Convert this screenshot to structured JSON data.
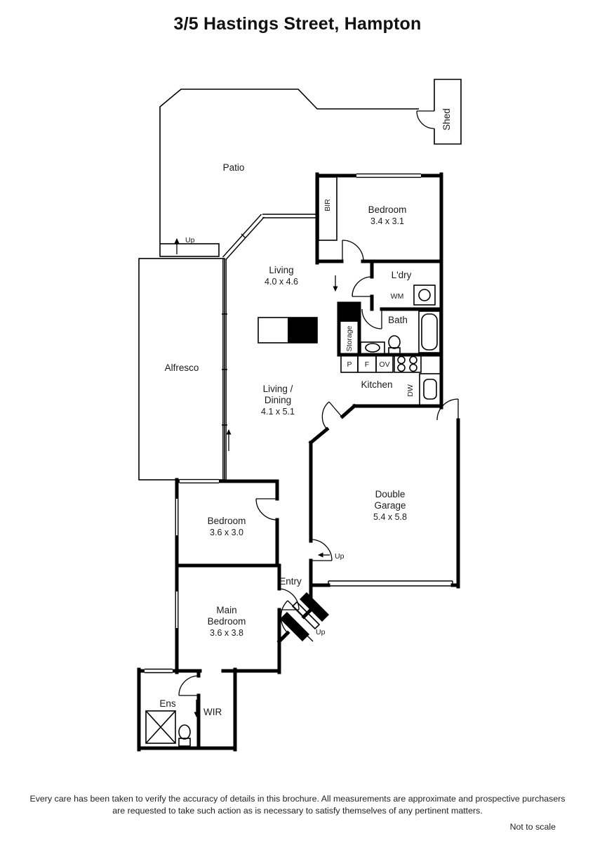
{
  "title": "3/5 Hastings Street, Hampton",
  "rooms": {
    "patio": "Patio",
    "shed": "Shed",
    "bedroom2_name": "Bedroom",
    "bedroom2_dims": "3.4 x 3.1",
    "living_name": "Living",
    "living_dims": "4.0 x 4.6",
    "laundry": "L'dry",
    "bath": "Bath",
    "storage": "Storage",
    "kitchen": "Kitchen",
    "living_dining_line1": "Living /",
    "living_dining_line2": "Dining",
    "living_dining_dims": "4.1 x 5.1",
    "alfresco": "Alfresco",
    "garage_line1": "Double",
    "garage_line2": "Garage",
    "garage_dims": "5.4 x 5.8",
    "bedroom3_name": "Bedroom",
    "bedroom3_dims": "3.6 x 3.0",
    "entry": "Entry",
    "main_bedroom_line1": "Main",
    "main_bedroom_line2": "Bedroom",
    "main_bedroom_dims": "3.6 x 3.8",
    "ensuite": "Ens",
    "wir": "WIR"
  },
  "fixtures": {
    "bir": "BIR",
    "wm": "WM",
    "pantry": "P",
    "fridge": "F",
    "oven": "OV",
    "dishwasher": "DW"
  },
  "markers": {
    "up_patio": "Up",
    "up_garage": "Up",
    "up_entry": "Up"
  },
  "footer": {
    "disclaimer_line1": "Every care has been taken to verify the accuracy of details in this brochure.  All measurements are approximate and prospective purchasers",
    "disclaimer_line2": "are requested to take such action as is necessary to satisfy themselves of any pertinent matters.",
    "scale_note": "Not to scale"
  },
  "colors": {
    "wall": "#000000",
    "background": "#ffffff"
  }
}
